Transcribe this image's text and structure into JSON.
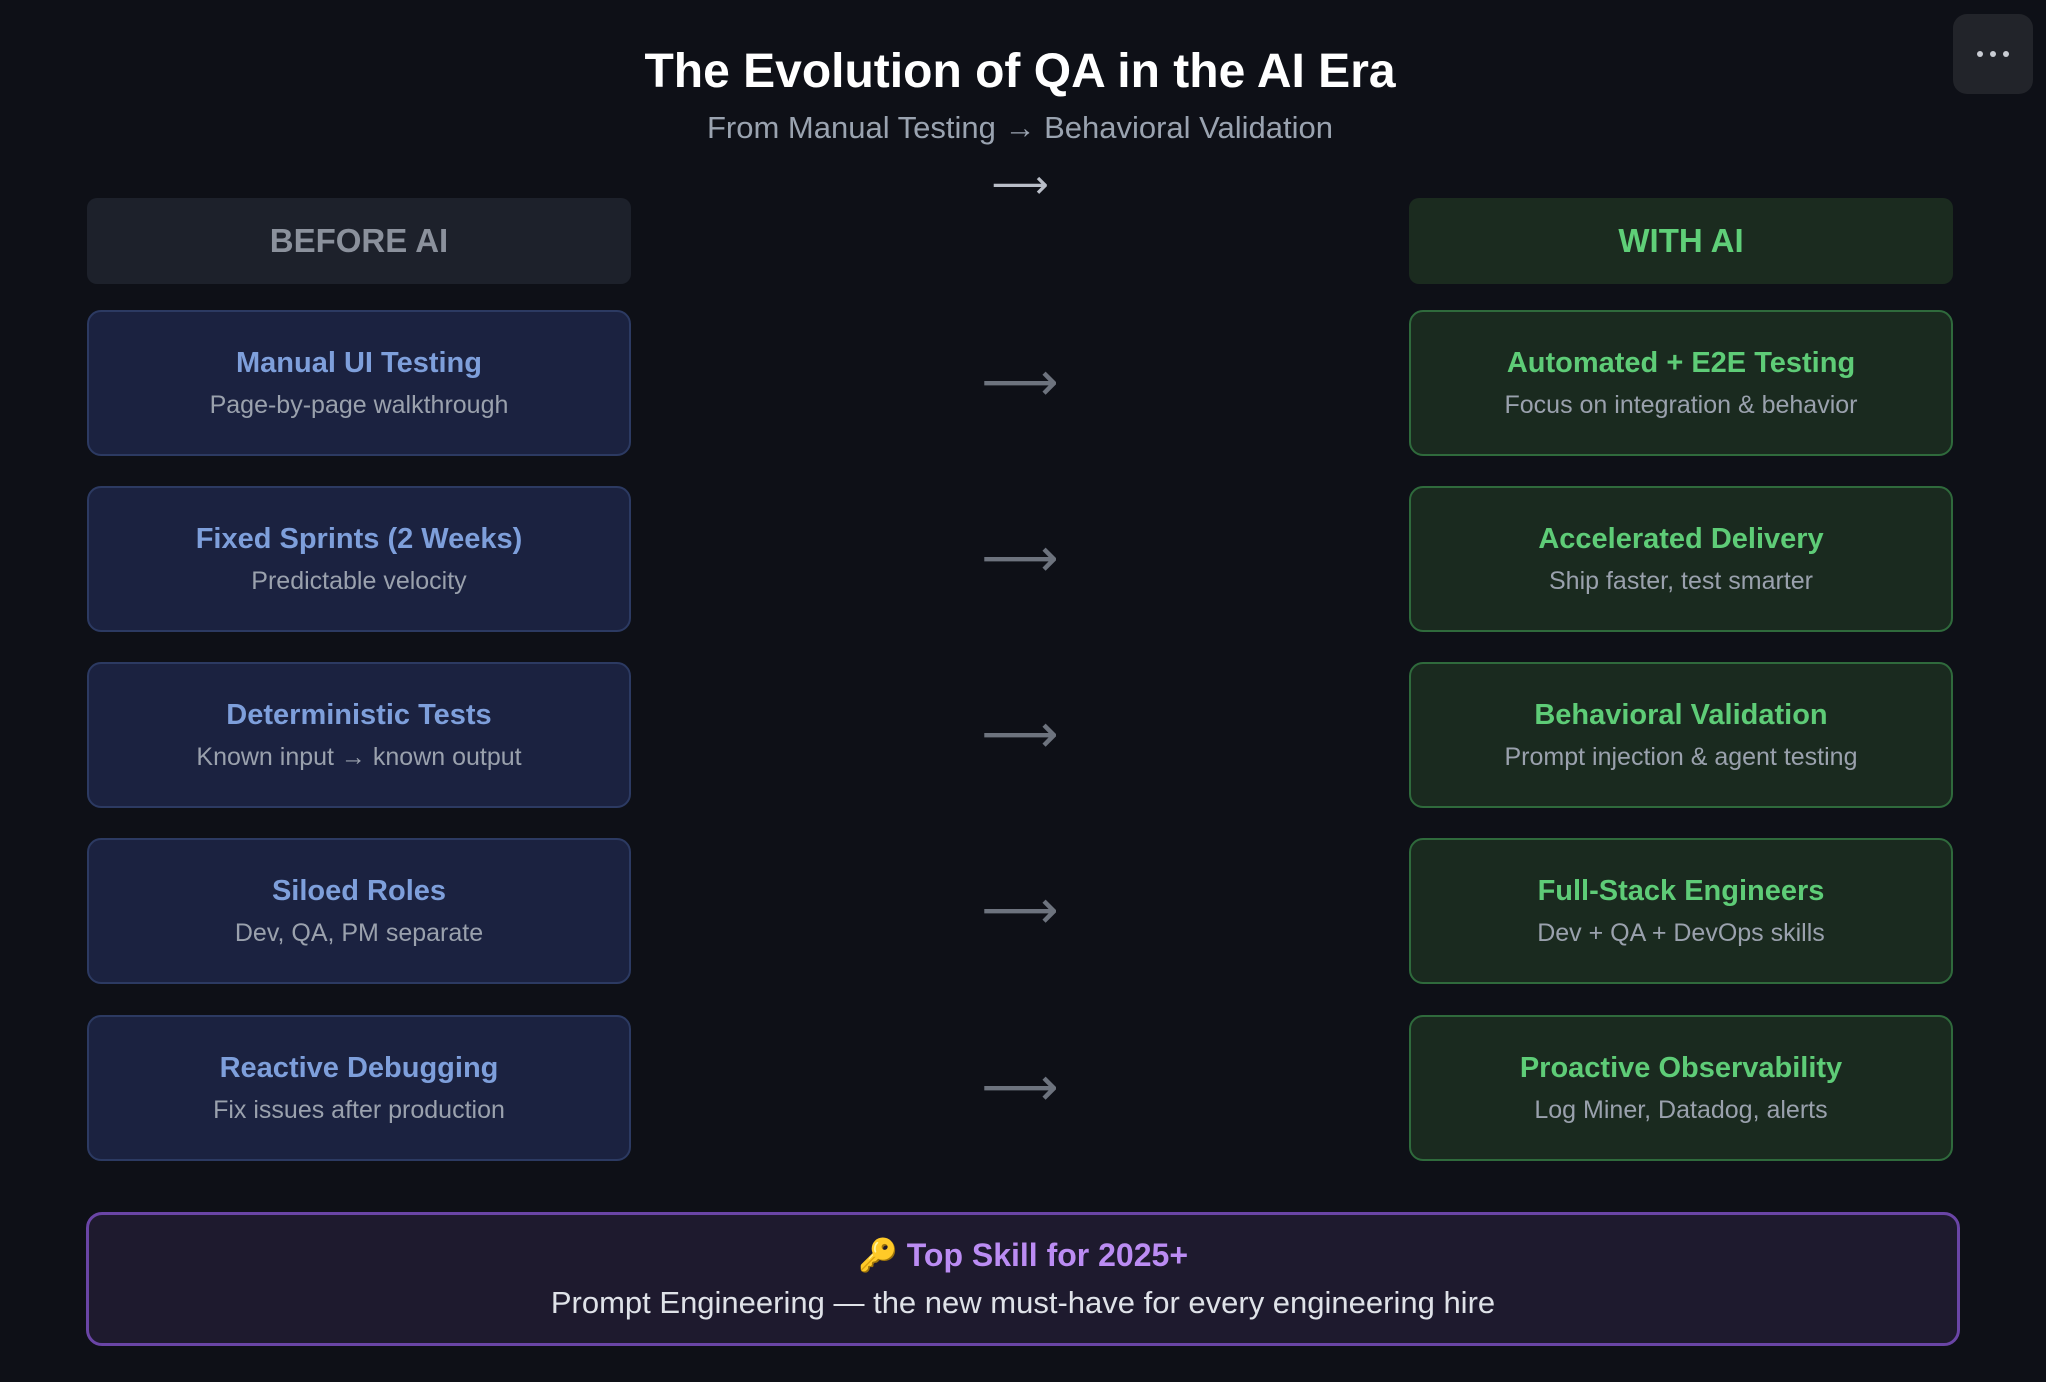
{
  "header": {
    "title": "The Evolution of QA in the AI Era",
    "subtitle": "From Manual Testing → Behavioral Validation",
    "arrow": "⟶"
  },
  "menu": {
    "icon": "more-horizontal-icon"
  },
  "columns": {
    "before": "BEFORE AI",
    "after": "WITH AI"
  },
  "rows": [
    {
      "before": {
        "title": "Manual UI Testing",
        "desc": "Page-by-page walkthrough"
      },
      "arrow": "⟶",
      "after": {
        "title": "Automated + E2E Testing",
        "desc": "Focus on integration & behavior"
      }
    },
    {
      "before": {
        "title": "Fixed Sprints (2 Weeks)",
        "desc": "Predictable velocity"
      },
      "arrow": "⟶",
      "after": {
        "title": "Accelerated Delivery",
        "desc": "Ship faster, test smarter"
      }
    },
    {
      "before": {
        "title": "Deterministic Tests",
        "desc": "Known input → known output"
      },
      "arrow": "⟶",
      "after": {
        "title": "Behavioral Validation",
        "desc": "Prompt injection & agent testing"
      }
    },
    {
      "before": {
        "title": "Siloed Roles",
        "desc": "Dev, QA, PM separate"
      },
      "arrow": "⟶",
      "after": {
        "title": "Full-Stack Engineers",
        "desc": "Dev + QA + DevOps skills"
      }
    },
    {
      "before": {
        "title": "Reactive Debugging",
        "desc": "Fix issues after production"
      },
      "arrow": "⟶",
      "after": {
        "title": "Proactive Observability",
        "desc": "Log Miner, Datadog, alerts"
      }
    }
  ],
  "footer": {
    "title": "🔑 Top Skill for 2025+",
    "desc": "Prompt Engineering — the new must-have for every engineering hire"
  },
  "colors": {
    "background": "#0e1017",
    "before_accent": "#7e9fdb",
    "after_accent": "#5ecc77",
    "footer_accent": "#bb8cf3"
  }
}
